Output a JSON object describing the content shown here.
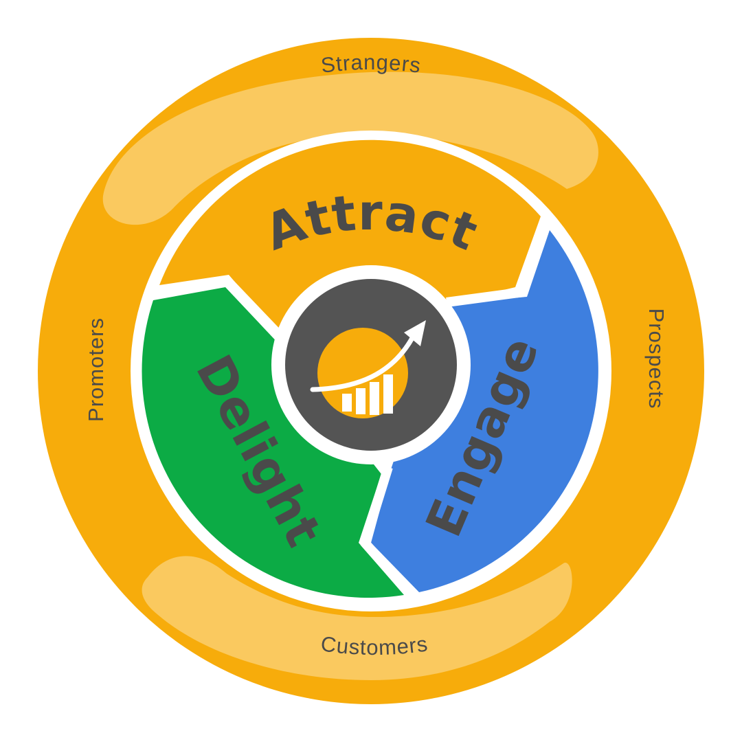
{
  "outer_ring": {
    "labels": {
      "top": "Strangers",
      "right": "Prospects",
      "bottom": "Customers",
      "left": "Promoters"
    }
  },
  "stages": {
    "attract": "Attract",
    "engage": "Engage",
    "delight": "Delight"
  },
  "colors": {
    "ring_orange": "#F7AC0B",
    "ring_light": "#FAC95F",
    "attract": "#F7AC0B",
    "engage": "#3E7FDF",
    "delight": "#0CAB45",
    "hub": "#545454",
    "logo": "#F7AC0B",
    "text": "#4A4A4A"
  },
  "center_logo": {
    "icon": "growth-chart-icon"
  }
}
